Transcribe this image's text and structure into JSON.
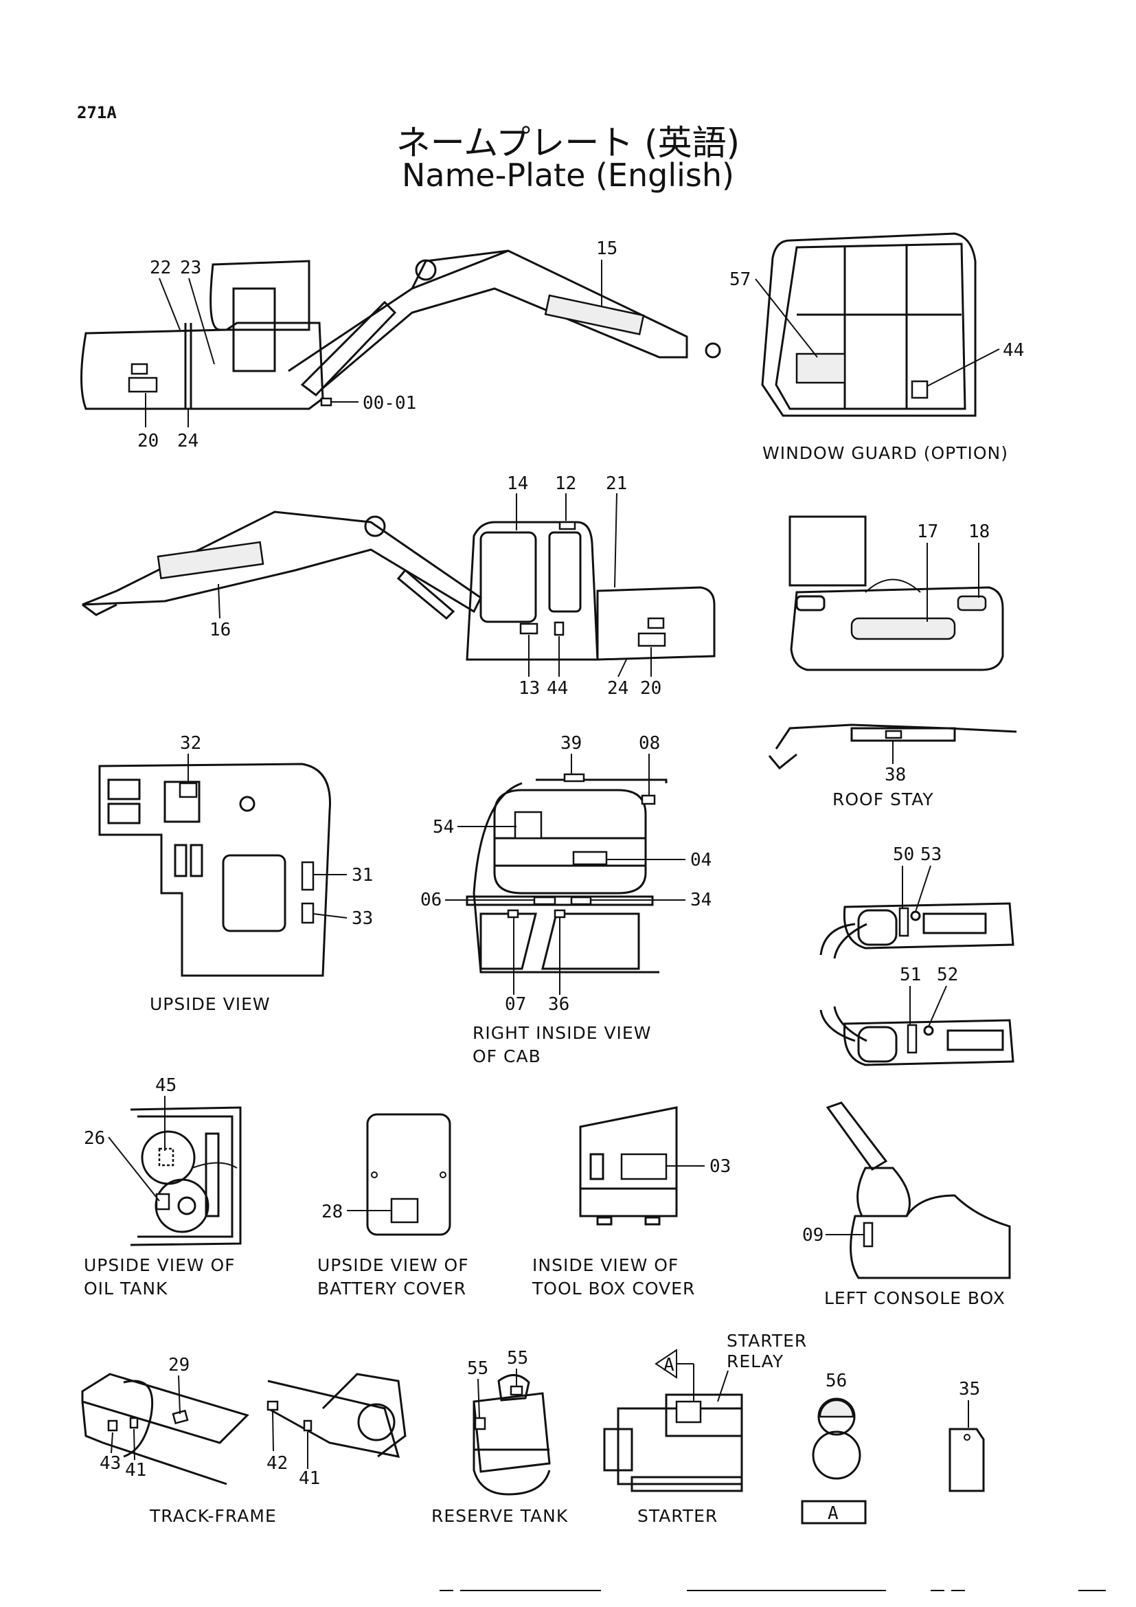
{
  "page": {
    "id": "271A",
    "title_jp": "ネームプレート (英語)",
    "title_en": "Name-Plate (English)"
  },
  "views": {
    "window_guard": "WINDOW GUARD (OPTION)",
    "roof_stay": "ROOF STAY",
    "upside_view": "UPSIDE VIEW",
    "right_inside_1": "RIGHT INSIDE VIEW",
    "right_inside_2": "OF CAB",
    "oil_tank_1": "UPSIDE VIEW OF",
    "oil_tank_2": "OIL TANK",
    "battery_1": "UPSIDE VIEW OF",
    "battery_2": "BATTERY COVER",
    "toolbox_1": "INSIDE VIEW OF",
    "toolbox_2": "TOOL BOX COVER",
    "left_console": "LEFT CONSOLE BOX",
    "track_frame": "TRACK-FRAME",
    "reserve_tank": "RESERVE TANK",
    "starter": "STARTER",
    "starter_relay_1": "STARTER",
    "starter_relay_2": "RELAY",
    "ref_a": "A",
    "ref_a_box": "A"
  },
  "callouts": {
    "c15": "15",
    "c22": "22",
    "c23": "23",
    "c20a": "20",
    "c24a": "24",
    "c0001": "00-01",
    "c57": "57",
    "c44a": "44",
    "c14": "14",
    "c12": "12",
    "c21": "21",
    "c16": "16",
    "c13": "13",
    "c44b": "44",
    "c24b": "24",
    "c20b": "20",
    "c17": "17",
    "c18": "18",
    "c38": "38",
    "c32": "32",
    "c31": "31",
    "c33": "33",
    "c39": "39",
    "c08": "08",
    "c54": "54",
    "c04": "04",
    "c06": "06",
    "c34": "34",
    "c07": "07",
    "c36": "36",
    "c50": "50",
    "c53": "53",
    "c51": "51",
    "c52": "52",
    "c45": "45",
    "c26": "26",
    "c28": "28",
    "c03": "03",
    "c09": "09",
    "c29": "29",
    "c43": "43",
    "c41a": "41",
    "c42": "42",
    "c41b": "41",
    "c55a": "55",
    "c55b": "55",
    "c56": "56",
    "c35": "35"
  }
}
